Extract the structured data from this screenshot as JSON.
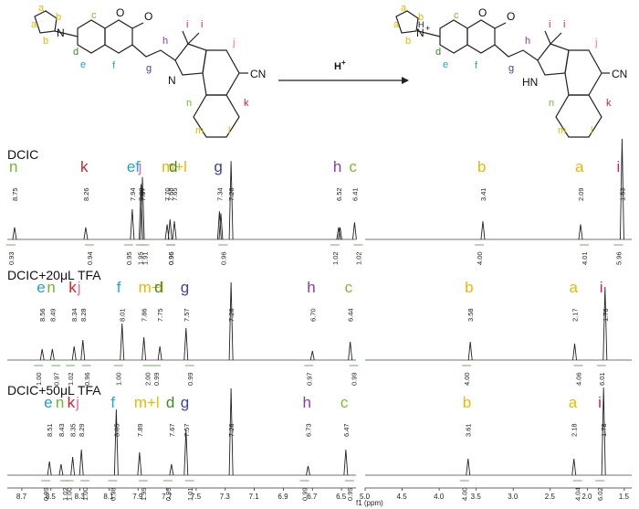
{
  "structures": {
    "left": {
      "atom_N": "N",
      "carbonyl_O": "O",
      "ring_O": "O",
      "indole_N": "N",
      "nitrile": "CN",
      "letters": [
        "a",
        "b",
        "a",
        "b",
        "c",
        "d",
        "e",
        "f",
        "g",
        "h",
        "i",
        "i",
        "j",
        "k",
        "l",
        "m",
        "n"
      ]
    },
    "right": {
      "atom_NH": "N",
      "plus": "+",
      "h": "H",
      "indole_NH": "HN",
      "nitrile": "CN",
      "letters": [
        "a",
        "b",
        "a",
        "b",
        "c",
        "d",
        "e",
        "f",
        "g",
        "h",
        "i",
        "i",
        "j",
        "k",
        "l",
        "m",
        "n"
      ]
    },
    "arrow_label": "H",
    "arrow_label_sup": "+"
  },
  "colors": {
    "a": "#e8b800",
    "b": "#e8b800",
    "c": "#7dbb2a",
    "d": "#3a8a2a",
    "e": "#25a0c8",
    "f": "#1fa8e0",
    "g": "#3b3fa8",
    "h": "#8a3aa8",
    "i": "#d01c6c",
    "j": "#e86aa8",
    "k": "#d0202a",
    "l": "#e8b800",
    "m": "#e8b800",
    "n": "#6cb830",
    "arrow": "#d0202a"
  },
  "spectra": [
    {
      "title": "DCIC",
      "peak_labels": [
        {
          "text": "n",
          "color": "n",
          "ppm": 8.75
        },
        {
          "text": "k",
          "color": "k",
          "ppm": 8.26
        },
        {
          "text": "e",
          "color": "e",
          "ppm": 7.94
        },
        {
          "text": "f",
          "color": "f",
          "ppm": 7.88
        },
        {
          "text": "j",
          "color": "j",
          "ppm": 7.86
        },
        {
          "text": "m+l",
          "color": "m",
          "ppm": 7.7
        },
        {
          "text": "d",
          "color": "d",
          "ppm": 7.65
        },
        {
          "text": "g",
          "color": "g",
          "ppm": 7.34
        },
        {
          "text": "h",
          "color": "h",
          "ppm": 6.52
        },
        {
          "text": "c",
          "color": "c",
          "ppm": 6.41
        },
        {
          "text": "b",
          "color": "b",
          "ppm": 3.41
        },
        {
          "text": "a",
          "color": "a",
          "ppm": 2.09
        },
        {
          "text": "i",
          "color": "i",
          "ppm": 1.53
        }
      ],
      "shift_labels": [
        "8.75",
        "8.26",
        "7.94",
        "7.88",
        "7.87",
        "7.70",
        "7.68",
        "7.65",
        "7.34",
        "7.26",
        "6.52",
        "6.41",
        "3.41",
        "2.09",
        "1.53"
      ],
      "integrals": [
        "0.93",
        "0.94",
        "0.95",
        "1.91",
        "1.95",
        "0.96",
        "0.96",
        "0.96",
        "1.02",
        "1.02",
        "4.00",
        "4.01",
        "5.96"
      ]
    },
    {
      "title": "DCIC+20μL TFA",
      "peak_labels": [
        {
          "text": "e",
          "color": "e",
          "ppm": 8.56
        },
        {
          "text": "n",
          "color": "n",
          "ppm": 8.49
        },
        {
          "text": "k",
          "color": "k",
          "ppm": 8.34
        },
        {
          "text": "j",
          "color": "j",
          "ppm": 8.28
        },
        {
          "text": "f",
          "color": "f",
          "ppm": 8.01
        },
        {
          "text": "m+l",
          "color": "m",
          "ppm": 7.86
        },
        {
          "text": "d",
          "color": "d",
          "ppm": 7.75
        },
        {
          "text": "g",
          "color": "g",
          "ppm": 7.57
        },
        {
          "text": "h",
          "color": "h",
          "ppm": 6.7
        },
        {
          "text": "c",
          "color": "c",
          "ppm": 6.44
        },
        {
          "text": "b",
          "color": "b",
          "ppm": 3.58
        },
        {
          "text": "a",
          "color": "a",
          "ppm": 2.17
        },
        {
          "text": "i",
          "color": "i",
          "ppm": 1.76
        }
      ],
      "shift_labels": [
        "8.56",
        "8.49",
        "8.34",
        "8.28",
        "8.01",
        "7.86",
        "7.75",
        "7.57",
        "7.26",
        "6.70",
        "6.44",
        "3.58",
        "2.17",
        "1.76"
      ],
      "integrals": [
        "1.00",
        "0.97",
        "1.02",
        "0.96",
        "1.00",
        "2.00",
        "0.99",
        "0.99",
        "0.97",
        "0.99",
        "4.00",
        "4.06",
        "6.01"
      ]
    },
    {
      "title": "DCIC+50μL TFA",
      "peak_labels": [
        {
          "text": "e",
          "color": "e",
          "ppm": 8.51
        },
        {
          "text": "n",
          "color": "n",
          "ppm": 8.43
        },
        {
          "text": "k",
          "color": "k",
          "ppm": 8.35
        },
        {
          "text": "j",
          "color": "j",
          "ppm": 8.29
        },
        {
          "text": "f",
          "color": "f",
          "ppm": 8.05
        },
        {
          "text": "m+l",
          "color": "m",
          "ppm": 7.89
        },
        {
          "text": "d",
          "color": "d",
          "ppm": 7.67
        },
        {
          "text": "g",
          "color": "g",
          "ppm": 7.57
        },
        {
          "text": "h",
          "color": "h",
          "ppm": 6.73
        },
        {
          "text": "c",
          "color": "c",
          "ppm": 6.47
        },
        {
          "text": "b",
          "color": "b",
          "ppm": 3.61
        },
        {
          "text": "a",
          "color": "a",
          "ppm": 2.18
        },
        {
          "text": "i",
          "color": "i",
          "ppm": 1.78
        }
      ],
      "shift_labels": [
        "8.51",
        "8.43",
        "8.35",
        "8.29",
        "8.05",
        "7.89",
        "7.67",
        "7.57",
        "7.26",
        "6.73",
        "6.47",
        "3.61",
        "2.18",
        "1.78"
      ],
      "integrals": [
        "0.99",
        "1.02",
        "1.00",
        "1.00",
        "0.98",
        "1.99",
        "0.99",
        "1.01",
        "0.99",
        "0.99",
        "4.00",
        "4.04",
        "6.02"
      ]
    }
  ],
  "chart_data": {
    "type": "line",
    "xlabel": "f1 (ppm)",
    "x_ticks_left": [
      "8.7",
      "8.5",
      "8.3",
      "8.1",
      "7.9",
      "7.7",
      "7.5",
      "7.3",
      "7.1",
      "6.9",
      "6.7",
      "6.5"
    ],
    "x_ticks_right": [
      "5.0",
      "4.5",
      "4.0",
      "3.5",
      "3.0",
      "2.5",
      "2.0",
      "1.5"
    ],
    "xlim_left": [
      8.8,
      6.4
    ],
    "xlim_right": [
      5.0,
      1.4
    ],
    "series": [
      {
        "name": "DCIC",
        "peaks": [
          [
            8.75,
            0.12
          ],
          [
            8.26,
            0.12
          ],
          [
            7.94,
            0.3
          ],
          [
            7.88,
            0.55
          ],
          [
            7.87,
            0.62
          ],
          [
            7.7,
            0.15
          ],
          [
            7.68,
            0.2
          ],
          [
            7.65,
            0.18
          ],
          [
            7.34,
            0.28
          ],
          [
            7.33,
            0.26
          ],
          [
            7.26,
            0.78
          ],
          [
            6.52,
            0.12
          ],
          [
            6.51,
            0.12
          ],
          [
            6.41,
            0.17
          ],
          [
            3.41,
            0.18
          ],
          [
            2.09,
            0.15
          ],
          [
            1.53,
            1.0
          ]
        ]
      },
      {
        "name": "DCIC+20μL TFA",
        "peaks": [
          [
            8.56,
            0.12
          ],
          [
            8.49,
            0.12
          ],
          [
            8.34,
            0.15
          ],
          [
            8.28,
            0.22
          ],
          [
            8.01,
            0.4
          ],
          [
            7.86,
            0.25
          ],
          [
            7.75,
            0.15
          ],
          [
            7.57,
            0.35
          ],
          [
            7.26,
            0.85
          ],
          [
            6.7,
            0.1
          ],
          [
            6.44,
            0.2
          ],
          [
            3.58,
            0.2
          ],
          [
            2.17,
            0.18
          ],
          [
            1.76,
            0.8
          ]
        ]
      },
      {
        "name": "DCIC+50μL TFA",
        "peaks": [
          [
            8.51,
            0.15
          ],
          [
            8.43,
            0.12
          ],
          [
            8.35,
            0.2
          ],
          [
            8.29,
            0.28
          ],
          [
            8.05,
            0.72
          ],
          [
            7.89,
            0.25
          ],
          [
            7.67,
            0.12
          ],
          [
            7.57,
            0.5
          ],
          [
            7.26,
            0.95
          ],
          [
            6.73,
            0.1
          ],
          [
            6.47,
            0.28
          ],
          [
            3.61,
            0.18
          ],
          [
            2.18,
            0.18
          ],
          [
            1.78,
            0.96
          ]
        ]
      }
    ]
  }
}
